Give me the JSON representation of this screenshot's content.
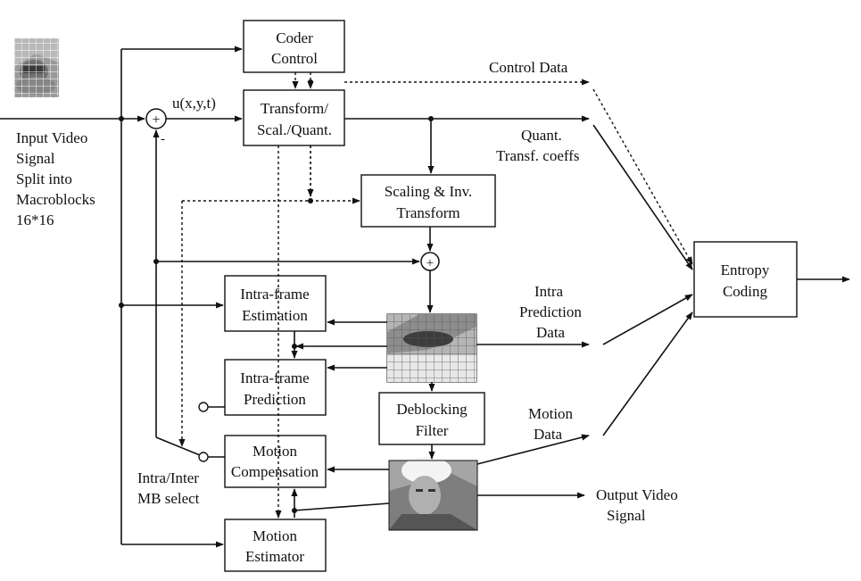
{
  "blocks": {
    "coder_control": [
      "Coder",
      "Control"
    ],
    "transform": [
      "Transform/",
      "Scal./Quant."
    ],
    "scaling": [
      "Scaling & Inv.",
      "Transform"
    ],
    "intra_estimation": [
      "Intra-frame",
      "Estimation"
    ],
    "intra_prediction": [
      "Intra-frame",
      "Prediction"
    ],
    "motion_comp": [
      "Motion",
      "Compensation"
    ],
    "motion_est": [
      "Motion",
      "Estimator"
    ],
    "deblocking": [
      "Deblocking",
      "Filter"
    ],
    "entropy": [
      "Entropy",
      "Coding"
    ]
  },
  "labels": {
    "input": [
      "Input Video",
      "Signal",
      "Split into",
      "Macroblocks",
      "16*16"
    ],
    "u_signal": "u(x,y,t)",
    "plus": "+",
    "minus": "-",
    "control_data": "Control Data",
    "quant": [
      "Quant.",
      "Transf. coeffs"
    ],
    "intra_data": [
      "Intra",
      "Prediction",
      "Data"
    ],
    "motion_data": [
      "Motion",
      "Data"
    ],
    "output": [
      "Output Video",
      "Signal"
    ],
    "mb_select": [
      "Intra/Inter",
      "MB select"
    ]
  },
  "images": {
    "input_frame": "grid-overlaid video frame thumbnail",
    "decoded_frame": "partially decoded frame thumbnail",
    "output_frame": "worker with hard hat video frame thumbnail"
  }
}
